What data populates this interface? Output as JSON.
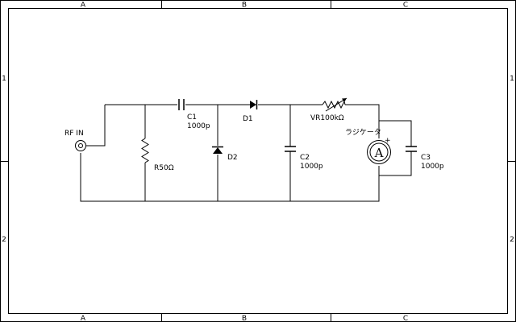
{
  "frame": {
    "columns": [
      "A",
      "B",
      "C"
    ],
    "rows": [
      "1",
      "2"
    ]
  },
  "components": {
    "rf_in": {
      "label": "RF IN"
    },
    "r50": {
      "label": "R50Ω"
    },
    "c1": {
      "name": "C1",
      "value": "1000p"
    },
    "d1": {
      "name": "D1"
    },
    "d2": {
      "name": "D2"
    },
    "c2": {
      "name": "C2",
      "value": "1000p"
    },
    "vr": {
      "label": "VR100kΩ"
    },
    "meter": {
      "label": "ラジケータ",
      "symbol": "A",
      "polarity": "+"
    },
    "c3": {
      "name": "C3",
      "value": "1000p"
    }
  }
}
